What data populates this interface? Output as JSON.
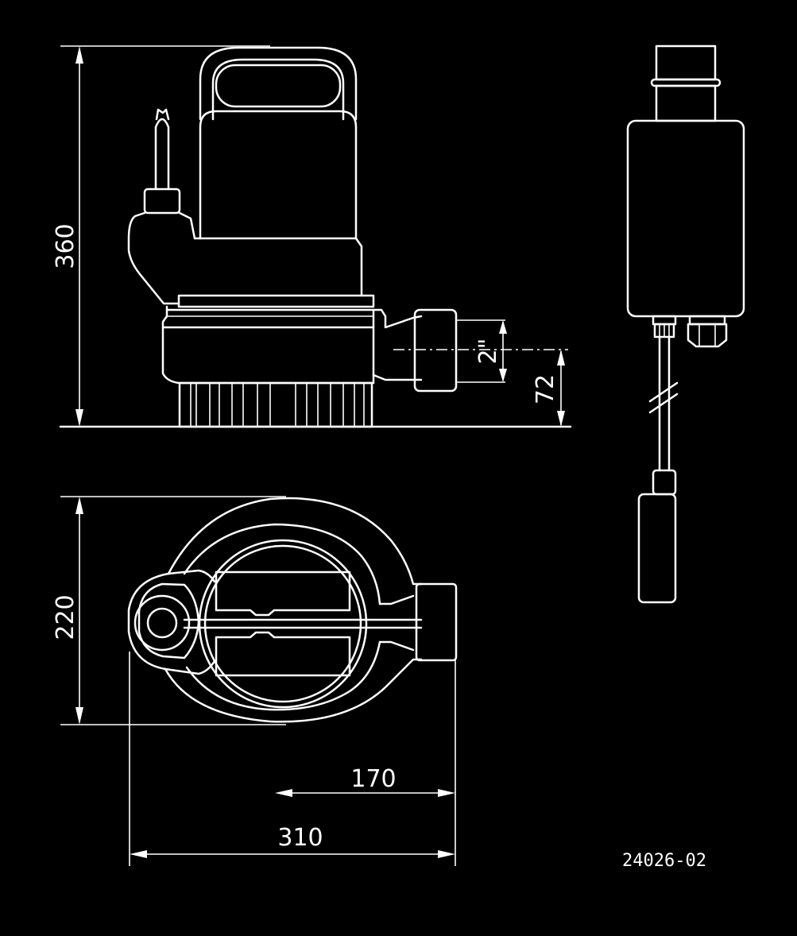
{
  "drawing": {
    "ref_number": "24026-02",
    "colors": {
      "background": "#000000",
      "line": "#ffffff"
    }
  },
  "dimensions": {
    "height": "360",
    "outlet_size": "2\"",
    "outlet_height": "72",
    "width": "220",
    "outlet_offset": "170",
    "length": "310"
  }
}
